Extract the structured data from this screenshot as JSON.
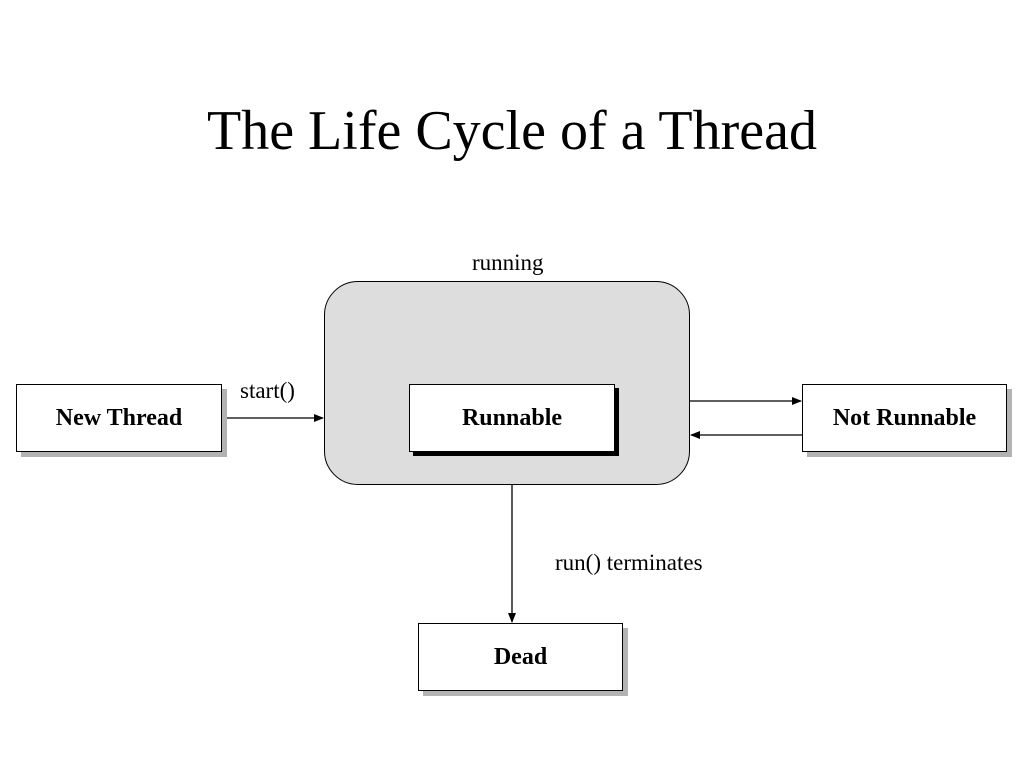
{
  "title": "The Life Cycle of a Thread",
  "region": {
    "label": "running"
  },
  "states": {
    "new_thread": "New Thread",
    "runnable": "Runnable",
    "not_runnable": "Not Runnable",
    "dead": "Dead"
  },
  "transitions": {
    "start": "start()",
    "run_terminates": "run() terminates"
  }
}
